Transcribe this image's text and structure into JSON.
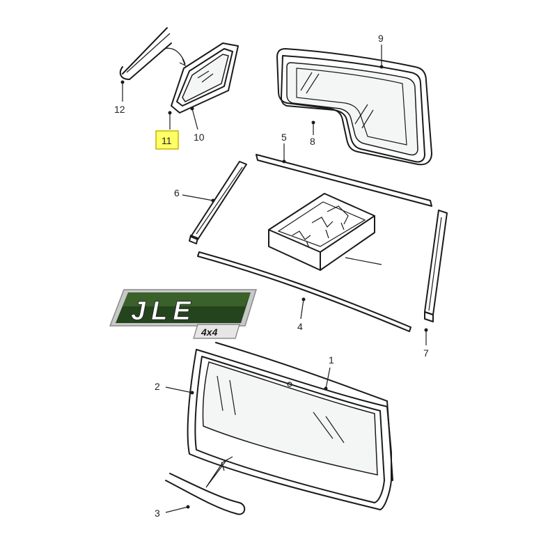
{
  "callouts": {
    "c1": "1",
    "c2": "2",
    "c3": "3",
    "c4": "4",
    "c5": "5",
    "c6": "6",
    "c7": "7",
    "c8": "8",
    "c9": "9",
    "c10": "10",
    "c11": "11",
    "c12": "12"
  },
  "highlighted_callout": "11",
  "logo": {
    "text": "JLE",
    "badge": "4x4",
    "colors": {
      "dark_green": "#1f3d1a",
      "mid_green": "#4d7a35",
      "silver": "#d9d9d9",
      "text": "#ffffff"
    }
  },
  "colors": {
    "highlight": "#ffff66",
    "line": "#1a1a1a"
  }
}
